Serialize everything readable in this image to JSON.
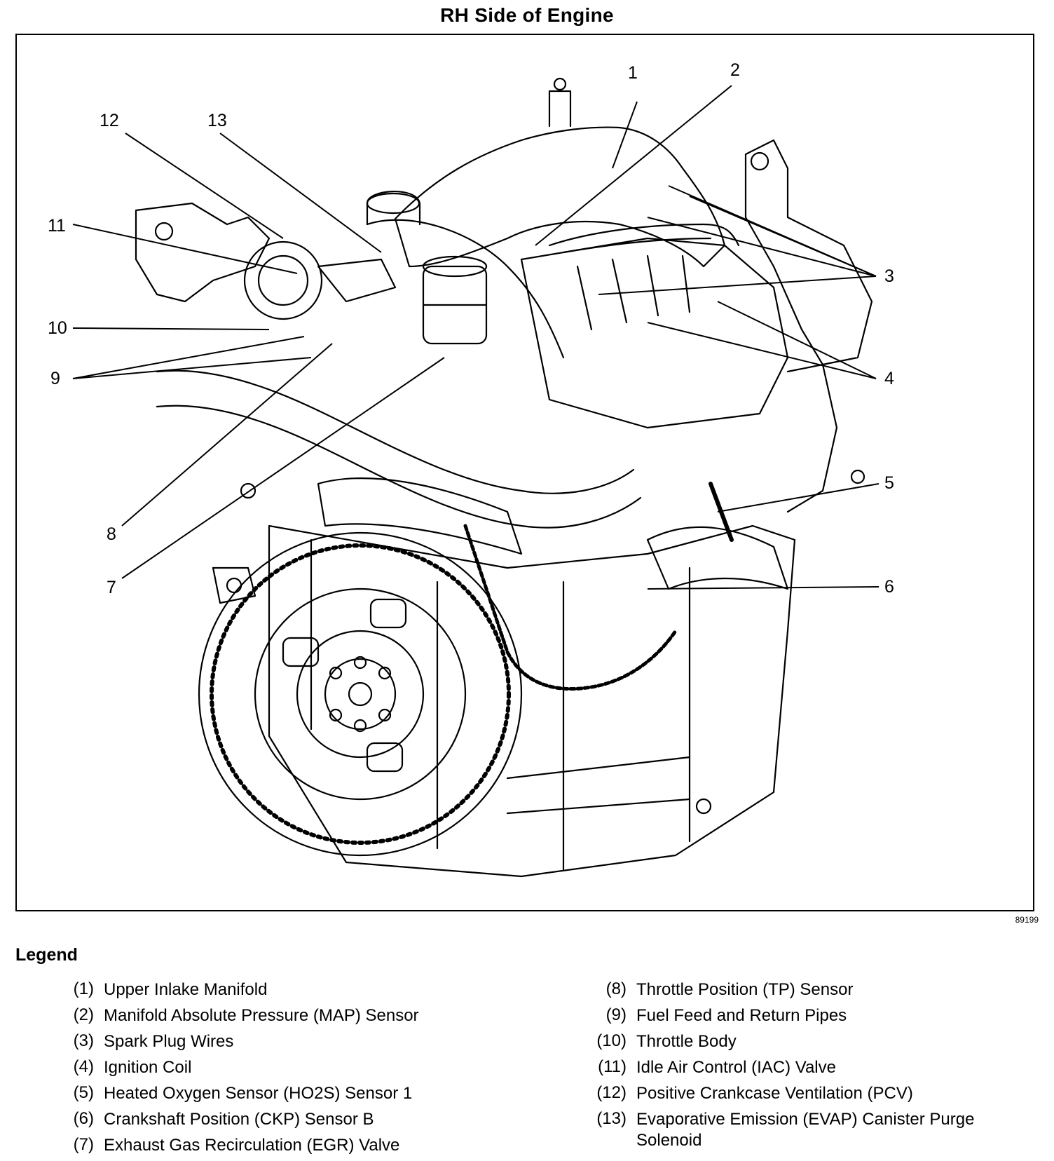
{
  "title": "RH Side of Engine",
  "figure_id": "89199",
  "legend": {
    "title": "Legend",
    "left": [
      {
        "num": "(1)",
        "text": "Upper Inlake Manifold"
      },
      {
        "num": "(2)",
        "text": "Manifold Absolute Pressure (MAP) Sensor"
      },
      {
        "num": "(3)",
        "text": "Spark Plug Wires"
      },
      {
        "num": "(4)",
        "text": "Ignition Coil"
      },
      {
        "num": "(5)",
        "text": "Heated Oxygen Sensor (HO2S) Sensor 1"
      },
      {
        "num": "(6)",
        "text": "Crankshaft Position (CKP) Sensor B"
      },
      {
        "num": "(7)",
        "text": "Exhaust Gas Recirculation (EGR) Valve"
      }
    ],
    "right": [
      {
        "num": "(8)",
        "text": "Throttle Position (TP) Sensor"
      },
      {
        "num": "(9)",
        "text": "Fuel Feed and Return Pipes"
      },
      {
        "num": "(10)",
        "text": "Throttle Body"
      },
      {
        "num": "(11)",
        "text": "Idle Air Control (IAC) Valve"
      },
      {
        "num": "(12)",
        "text": "Positive Crankcase Ventilation (PCV)"
      },
      {
        "num": "(13)",
        "text": "Evaporative Emission (EVAP) Canister Purge Solenoid"
      }
    ]
  },
  "callouts": {
    "c1": "1",
    "c2": "2",
    "c3": "3",
    "c4": "4",
    "c5": "5",
    "c6": "6",
    "c7": "7",
    "c8": "8",
    "c9": "9",
    "c10": "10",
    "c11": "11",
    "c12": "12",
    "c13": "13"
  }
}
